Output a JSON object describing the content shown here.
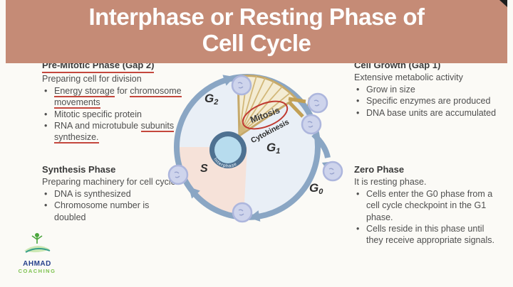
{
  "title": {
    "line1": "Interphase or Resting Phase of",
    "line2": "Cell Cycle"
  },
  "sections": {
    "premitotic": {
      "heading": "Pre-Mitotic Phase (Gap 2)",
      "intro": "Preparing cell for division",
      "bullet1": {
        "underlined1": "Energy storage",
        "middle": " for ",
        "underlined2": "chromosome movements"
      },
      "bullet2": "Mitotic specific protein",
      "bullet3": {
        "plain": "RNA and microtubule ",
        "underlined": "subunits synthesize."
      }
    },
    "synthesis": {
      "heading": "Synthesis Phase",
      "intro": "Preparing machinery for cell cycle",
      "bullets": [
        "DNA is synthesized",
        "Chromosome number is doubled"
      ]
    },
    "cellgrowth": {
      "heading": "Cell Growth (Gap 1)",
      "intro": "Extensive metabolic activity",
      "bullets": [
        "Grow in size",
        "Specific enzymes are produced",
        "DNA base units are accumulated"
      ]
    },
    "zerophase": {
      "heading": "Zero Phase",
      "intro": "It is resting phase.",
      "bullets": [
        "Cells enter the G0 phase from a cell cycle checkpoint in the G1 phase.",
        "Cells reside in this phase until they receive appropriate signals."
      ]
    }
  },
  "diagram": {
    "g2": {
      "base": "G",
      "sub": "2"
    },
    "g1": {
      "base": "G",
      "sub": "1"
    },
    "g0": {
      "base": "G",
      "sub": "0"
    },
    "s_label": "S",
    "mitosis": "Mitosis",
    "cytokinesis": "Cytokinesis",
    "interphase": "Interphase"
  },
  "logo": {
    "name": "AHMAD",
    "tagline": "COACHING"
  },
  "colors": {
    "banner": "#c58b76",
    "title_text": "#fefefe",
    "body_text": "#4f4f4f",
    "underline_red": "#c4473d",
    "cycle_arrow": "#8aa6c4",
    "cell_fill": "#ced4ec",
    "mitosis_fan_edge": "#c6a96a",
    "mitosis_fan_fill": "#f4ecd3",
    "s_wedge": "#f6e2d9",
    "circle_fill": "#e9eff6",
    "nucleus_ring": "#4e7191",
    "nucleus_inner": "#b7dcee",
    "logo_green": "#7cc24e",
    "logo_navy": "#27418d"
  }
}
